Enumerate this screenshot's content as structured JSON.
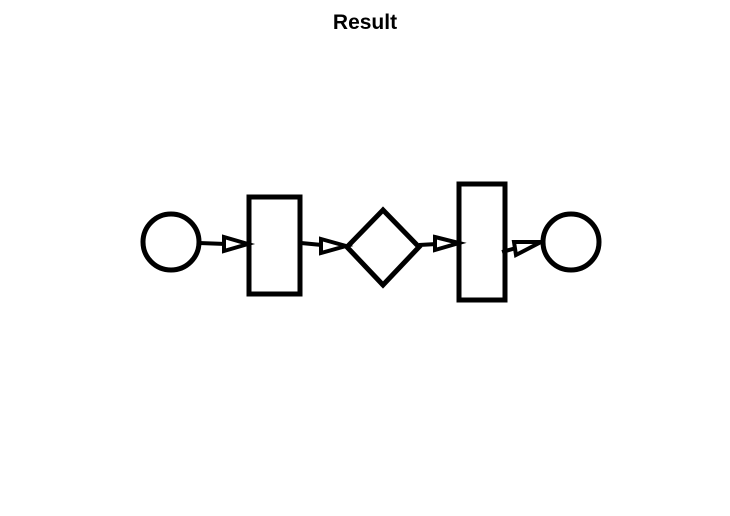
{
  "title": "Result",
  "diagram": {
    "nodes": [
      {
        "id": "start",
        "shape": "circle"
      },
      {
        "id": "task-1",
        "shape": "rectangle"
      },
      {
        "id": "gateway",
        "shape": "diamond"
      },
      {
        "id": "task-2",
        "shape": "rectangle"
      },
      {
        "id": "end",
        "shape": "circle"
      }
    ],
    "edges": [
      {
        "from": "start",
        "to": "task-1"
      },
      {
        "from": "task-1",
        "to": "gateway"
      },
      {
        "from": "gateway",
        "to": "task-2"
      },
      {
        "from": "task-2",
        "to": "end"
      }
    ],
    "colors": {
      "stroke": "#000000",
      "background": "#ffffff",
      "arrow_fill": "#ffffff"
    }
  }
}
